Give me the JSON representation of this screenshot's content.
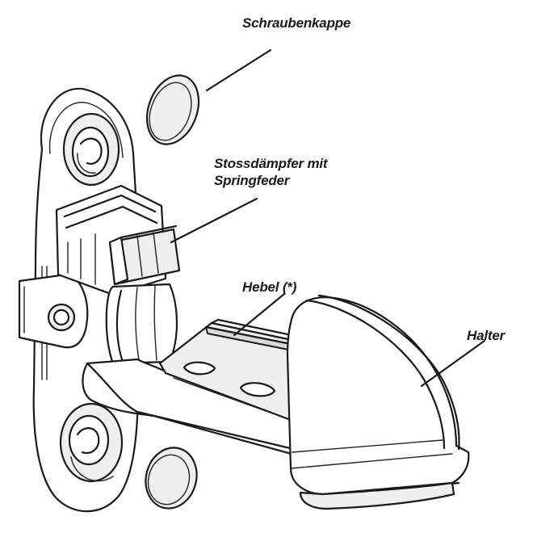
{
  "labels": {
    "screw_cap": "Schraubenkappe",
    "damper_line1": "Stossdämpfer mit",
    "damper_line2": "Springfeder",
    "lever": "Hebel (*)",
    "holder": "Halter"
  }
}
